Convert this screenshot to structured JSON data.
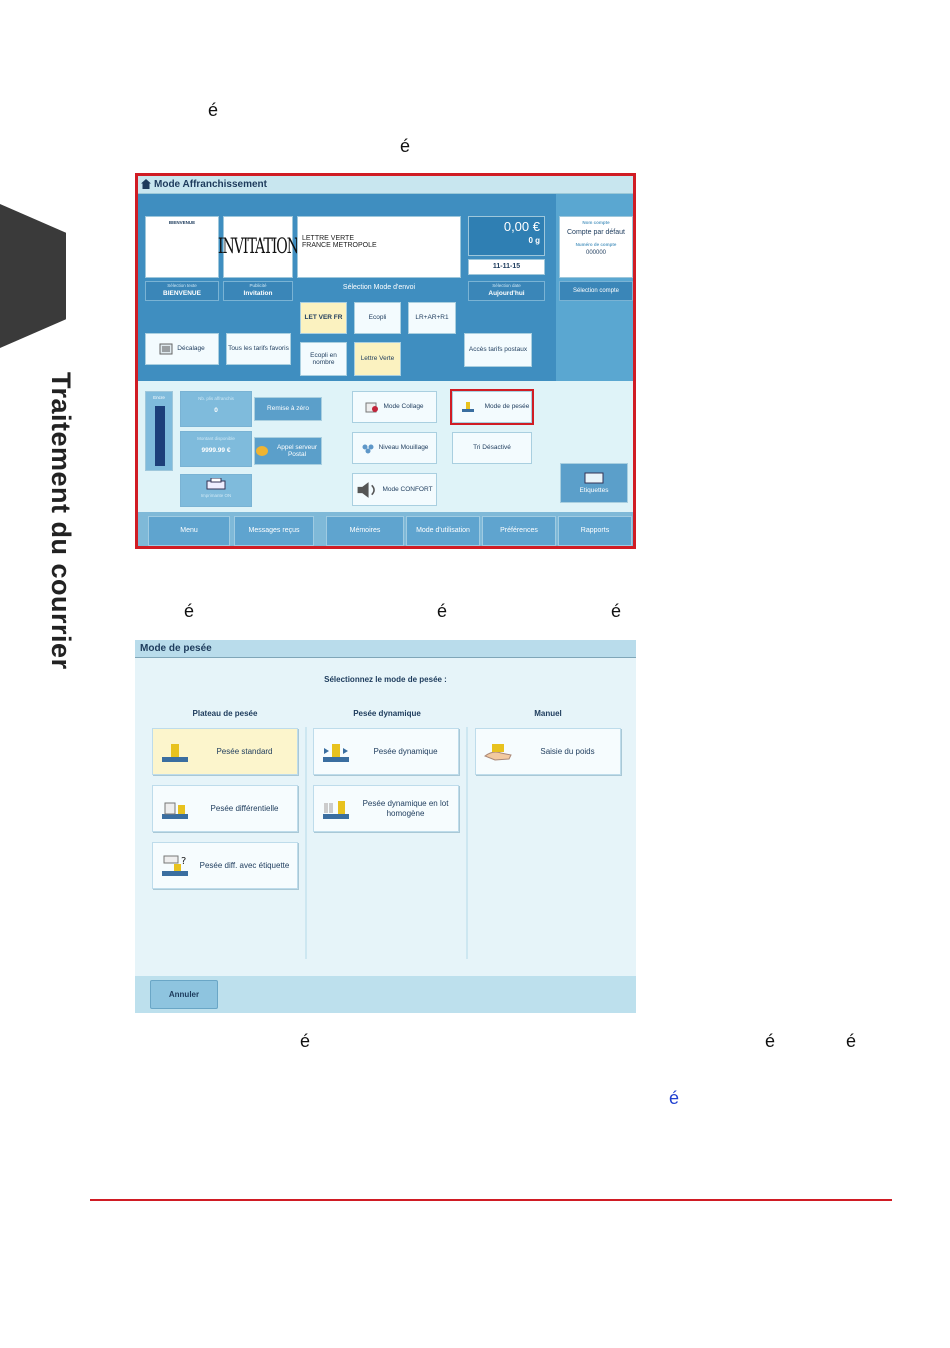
{
  "doc": {
    "side_title": "Traitement du courrier",
    "glyphs": [
      "é",
      "é",
      "é",
      "é",
      "é",
      "é",
      "é",
      "é",
      "é"
    ],
    "accent": "#d01c24"
  },
  "screen1": {
    "title": "Mode Affranchissement",
    "slogan_text": "BIENVENUE",
    "ad_text": "INVITATION",
    "rate_text": "LETTRE VERTE\nFRANCE METROPOLE",
    "amount": "0,00 €",
    "weight": "0 g",
    "date": "11-11-15",
    "account_caption": "Nom compte",
    "account_name": "Compte par défaut",
    "account_num_caption": "Numéro de compte",
    "account_num": "000000",
    "text_sel_caption": "Sélection texte",
    "text_sel_value": "BIENVENUE",
    "ad_caption": "Publicité",
    "ad_value": "Invitation",
    "mode_caption": "Sélection Mode d'envoi",
    "date_caption": "Sélection date",
    "date_value": "Aujourd'hui",
    "account_btn": "Sélection compte",
    "shift_btn": "Décalage",
    "all_rates_btn": "Tous les tarifs favoris",
    "mode_let_ver": "LET VER FR",
    "mode_ecopli": "Ecopli",
    "mode_lr": "LR+AR+R1",
    "mode_ecopli_nombre": "Ecopli en nombre",
    "mode_lettre_verte": "Lettre Verte",
    "postal_rates_btn": "Accès tarifs postaux",
    "gauge_label": "Encre",
    "counter_caption": "Nb. plis affranchis",
    "counter_value": "0",
    "reset_btn": "Remise à zéro",
    "credit_caption": "Montant disponible",
    "credit_value": "9999.99 €",
    "call_btn": "Appel serveur Postal",
    "print_btn": "Imprimante ON",
    "collage_btn": "Mode Collage",
    "weighing_btn": "Mode de pesée",
    "wet_btn": "Niveau Mouillage",
    "sort_btn": "Tri Désactivé",
    "comfort_btn": "Mode CONFORT",
    "labels_btn": "Etiquettes",
    "tabs": [
      "Menu",
      "Messages reçus",
      "Mémoires",
      "Mode d'utilisation",
      "Préférences",
      "Rapports"
    ]
  },
  "screen2": {
    "title": "Mode de pesée",
    "prompt": "Sélectionnez le mode de pesée :",
    "col1": "Plateau de pesée",
    "col2": "Pesée dynamique",
    "col3": "Manuel",
    "std": "Pesée standard",
    "diff": "Pesée différentielle",
    "diff_label": "Pesée diff. avec étiquette",
    "dyn": "Pesée dynamique",
    "dyn_lot": "Pesée dynamique en lot homogène",
    "manual": "Saisie du poids",
    "cancel": "Annuler"
  }
}
